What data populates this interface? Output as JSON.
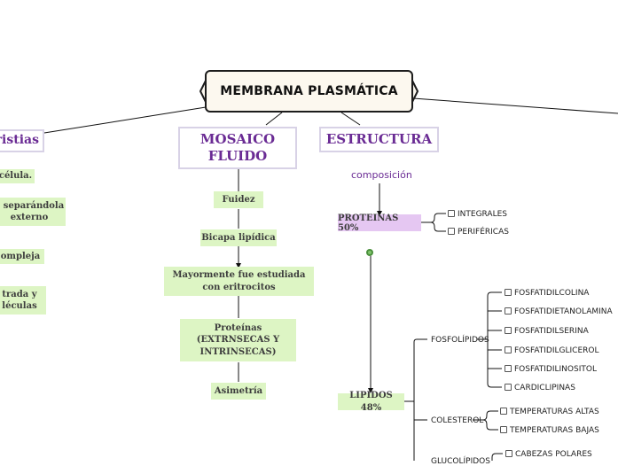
{
  "root": {
    "title": "MEMBRANA PLASMÁTICA"
  },
  "left_topic": {
    "title": "ristias",
    "items": [
      "célula.",
      "a separándola\nexterno",
      "ompleja",
      "trada y\nléculas"
    ]
  },
  "mosaico": {
    "title": "MOSAICO\nFLUIDO",
    "items": [
      "Fuidez",
      "Bicapa lipídica",
      "Mayormente fue estudiada\ncon eritrocitos",
      "Proteínas\n(EXTRNSECAS Y\nINTRINSECAS)",
      "Asimetría"
    ]
  },
  "estructura": {
    "title": "ESTRUCTURA",
    "composicion": "composición",
    "proteinas": {
      "label": "PROTEINAS 50%",
      "items": [
        "INTEGRALES",
        "PERIFÉRICAS"
      ]
    },
    "lipidos": {
      "label": "LIPIDOS 48%",
      "fosfolipidos": {
        "label": "FOSFOLÍPIDOS",
        "items": [
          "FOSFATIDILCOLINA",
          "FOSFATIDIETANOLAMINA",
          "FOSFATIDILSERINA",
          "FOSFATIDILGLICEROL",
          "FOSFATIDILINOSITOL",
          "CARDICLIPINAS"
        ]
      },
      "colesterol": {
        "label": "COLESTEROL",
        "items": [
          "TEMPERATURAS ALTAS",
          "TEMPERATURAS BAJAS"
        ]
      },
      "glucolipidos": {
        "label": "GLUCOLÍPIDOS",
        "items": [
          "CABEZAS POLARES"
        ]
      }
    }
  }
}
